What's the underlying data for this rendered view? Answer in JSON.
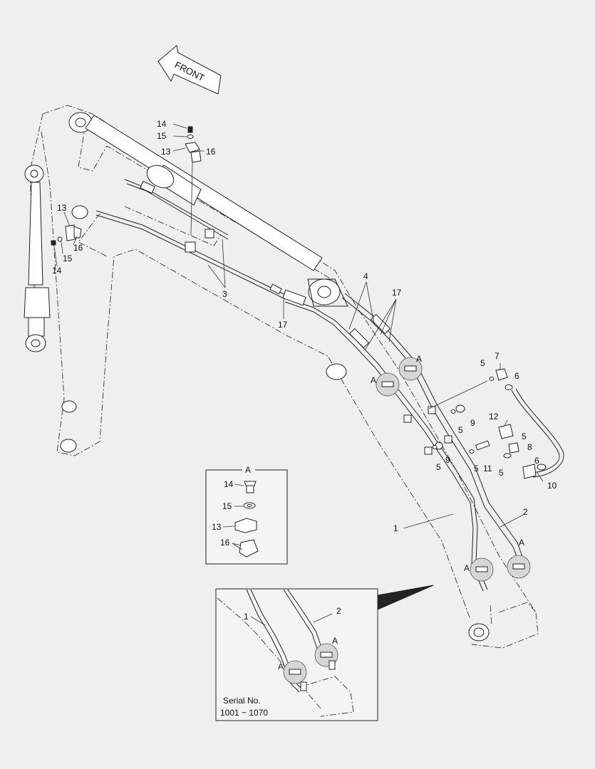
{
  "front_arrow": {
    "label": "FRONT"
  },
  "callouts": {
    "c14a": "14",
    "c15a": "15",
    "c13a": "13",
    "c16a": "16",
    "c13b": "13",
    "c16b": "16",
    "c15b": "15",
    "c14b": "14",
    "c3": "3",
    "c17a": "17",
    "c4": "4",
    "c17b": "17",
    "cA1": "A",
    "cA2": "A",
    "cA3": "A",
    "cA4": "A",
    "c5a": "5",
    "c7": "7",
    "c6a": "6",
    "c9a": "9",
    "c5b": "5",
    "c12": "12",
    "c5c": "5",
    "c8": "8",
    "c6b": "6",
    "c5d": "5",
    "c9b": "9",
    "c5e": "5",
    "c11": "11",
    "c5f": "5",
    "c10": "10",
    "c1": "1",
    "c2": "2"
  },
  "detail_a": {
    "title": "A",
    "c14": "14",
    "c15": "15",
    "c13": "13",
    "c16": "16"
  },
  "detail_serial": {
    "c1": "1",
    "c2": "2",
    "cA1": "A",
    "cA2": "A",
    "serial_label": "Serial No.",
    "serial_range": "1001 ~ 1070"
  }
}
